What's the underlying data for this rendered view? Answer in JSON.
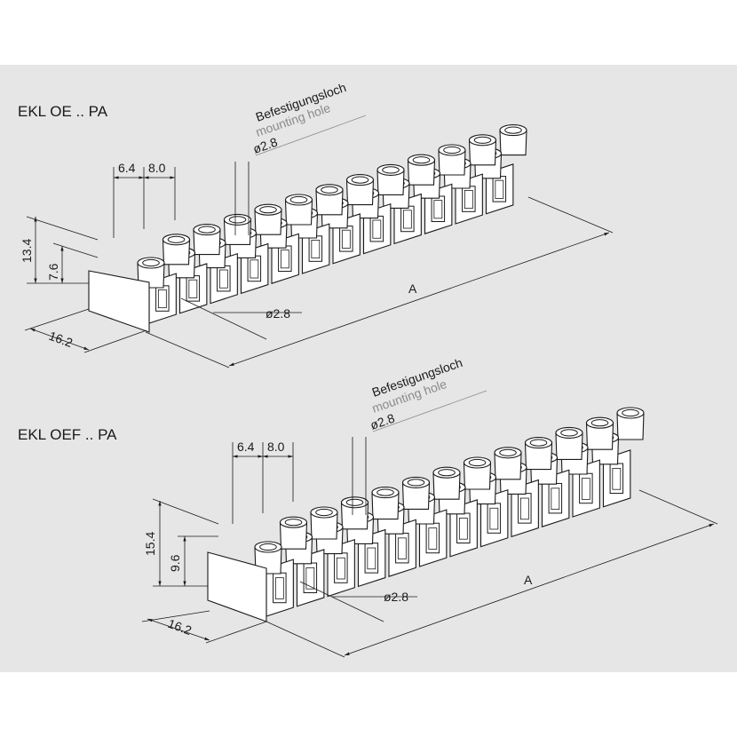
{
  "colors": {
    "panel": "#e6e6e6",
    "outline": "#1a1a1a",
    "body": "#ffffff",
    "leader_gray": "#8a8a8a"
  },
  "figures": [
    {
      "id": "oe",
      "model": "EKL OE .. PA",
      "hole_label_de": "Befestigungsloch",
      "hole_label_en": "mounting hole",
      "hole_diameter": "ø2.8",
      "screw_pitch": "6.4",
      "terminal_pitch": "8.0",
      "height_total": "13.4",
      "height_body": "7.6",
      "depth": "16.2",
      "side_hole": "ø2.8",
      "length": "A"
    },
    {
      "id": "oef",
      "model": "EKL OEF .. PA",
      "hole_label_de": "Befestigungsloch",
      "hole_label_en": "mounting hole",
      "hole_diameter": "ø2.8",
      "screw_pitch": "6.4",
      "terminal_pitch": "8.0",
      "height_total": "15.4",
      "height_body": "9.6",
      "depth": "16.2",
      "side_hole": "ø2.8",
      "length": "A"
    }
  ]
}
